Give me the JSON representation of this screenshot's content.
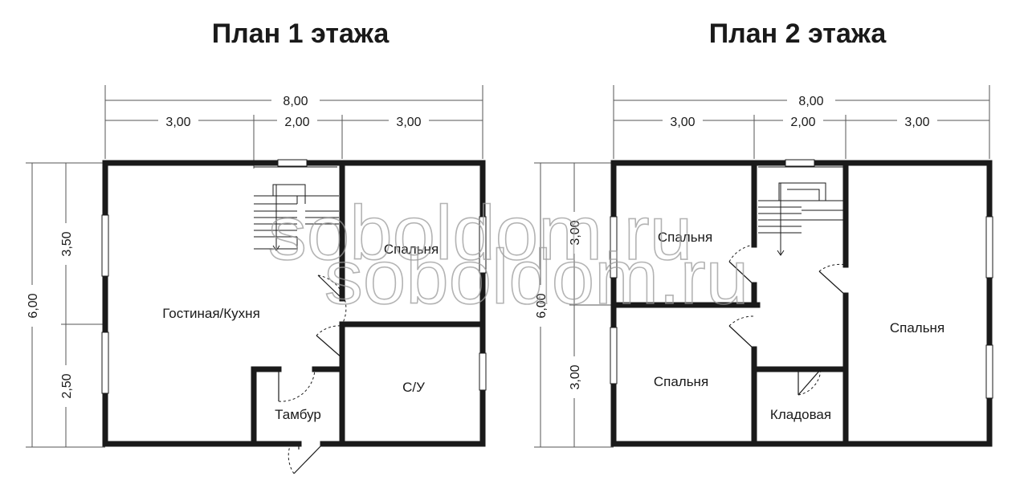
{
  "colors": {
    "ink": "#1a1a1a",
    "background": "#ffffff",
    "watermark": "#9a9a9a"
  },
  "watermark": "soboldom.ru",
  "floor1": {
    "title": "План 1 этажа",
    "dims": {
      "total_width": "8,00",
      "w1": "3,00",
      "w2": "2,00",
      "w3": "3,00",
      "total_height": "6,00",
      "h1": "3,50",
      "h2": "2,50"
    },
    "rooms": {
      "living": "Гостиная/Кухня",
      "bedroom": "Спальня",
      "bath": "С/У",
      "vestibule": "Тамбур"
    }
  },
  "floor2": {
    "title": "План 2 этажа",
    "dims": {
      "total_width": "8,00",
      "w1": "3,00",
      "w2": "2,00",
      "w3": "3,00",
      "total_height": "6,00",
      "h1": "3,00",
      "h2": "3,00"
    },
    "rooms": {
      "bedroom_top_left": "Спальня",
      "bedroom_bottom_left": "Спальня",
      "bedroom_right": "Спальня",
      "storage": "Кладовая"
    }
  }
}
